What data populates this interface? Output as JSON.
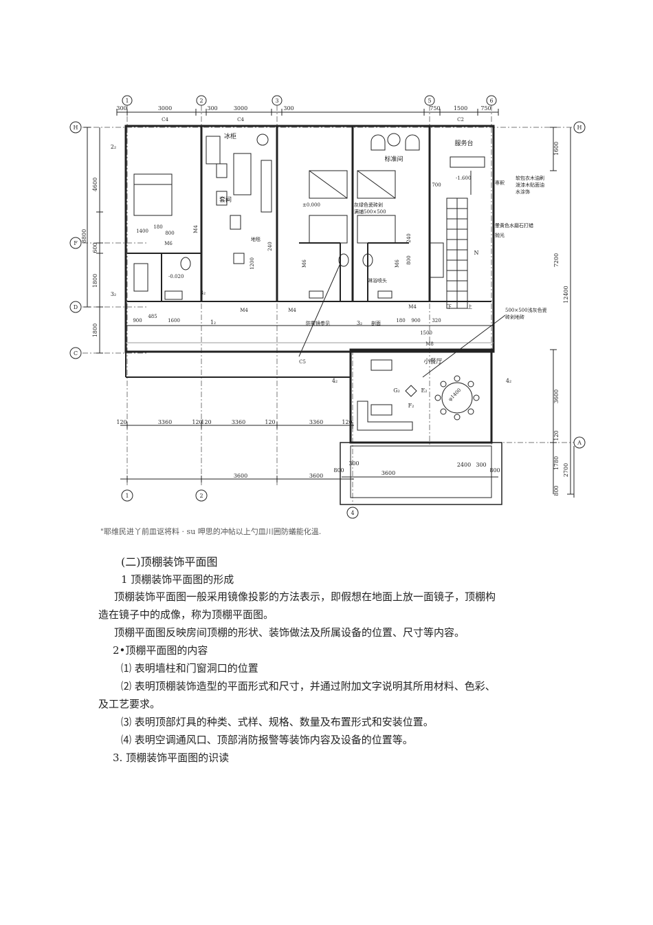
{
  "caption": "\"耶维民进丫前皿讴将料 · su 呷思的冲帖以上勺皿川囲防蟻能化溫.",
  "plan": {
    "axes_top": [
      "1",
      "2",
      "3",
      "5",
      "6"
    ],
    "axes_bottom": [
      "1",
      "2",
      "4"
    ],
    "axes_left": [
      "H",
      "F",
      "D",
      "C"
    ],
    "axes_right": [
      "H",
      "A"
    ],
    "dims_top": [
      "300",
      "3000",
      "300",
      "3000",
      "300",
      "750",
      "1500",
      "750"
    ],
    "dims_bottom_row1": [
      "120",
      "3360",
      "120",
      "120",
      "3360",
      "120",
      "3360",
      "120"
    ],
    "dims_bottom_row2": [
      "3600",
      "3600"
    ],
    "dims_balcony": [
      "800",
      "300",
      "3600",
      "2400",
      "300",
      "800"
    ],
    "dims_left": [
      "4600",
      "8800",
      "600",
      "1800",
      "1800"
    ],
    "dims_right": [
      "1600",
      "7200",
      "12400",
      "3600",
      "120",
      "1780",
      "2700",
      "800"
    ],
    "windows": [
      "C4",
      "C4",
      "C2",
      "C5"
    ],
    "doors": [
      "M4",
      "M6",
      "M4",
      "M6",
      "M6",
      "M4",
      "M4",
      "M8"
    ],
    "rooms": [
      "冰柜",
      "套间",
      "标准间",
      "服务台",
      "小餐厅"
    ],
    "notes": [
      "软包衣木油刷",
      "泼漆木贴面油",
      "水涂饰",
      "-1.600",
      "専釈",
      "暈黄色水磨石打蜡",
      "抛光",
      "±0.000",
      "灰绿色瓷砖剁",
      "满铺500×500",
      "-0.020",
      "淋浴喷头",
      "防雾镜参见",
      "剖面",
      "下",
      "上",
      "500×500浅灰色瓷",
      "砖剁地砖",
      "φ1400",
      "地毯"
    ],
    "small_dims": [
      "1400",
      "180",
      "800",
      "1200",
      "240",
      "240",
      "800",
      "900",
      "485",
      "1600",
      "900",
      "320",
      "180",
      "1500",
      "700"
    ],
    "marks": [
      "2₂",
      "3₂",
      "1₂",
      "4₂",
      "4₂",
      "3₂",
      "3₂",
      "G₂",
      "E₂",
      "F₂",
      "N"
    ]
  },
  "text": {
    "heading": "(二)顶棚装饰平面图",
    "s1": "1 顶棚装饰平面图的形成",
    "p1a": "顶棚装饰平面图一般采用镜像投影的方法表示，即假想在地面上放一面镜子，顶棚构",
    "p1b": "造在镜子中的成像，称为顶棚平面图。",
    "p2": "顶棚平面图反映房间顶棚的形状、装饰做法及所属设备的位置、尺寸等内容。",
    "s2": "2•顶棚平面图的内容",
    "i1": "⑴  表明墙柱和门窗洞口的位置",
    "i2a": "⑵  表明顶棚装饰造型的平面形式和尺寸，并通过附加文字说明其所用材料、色彩、",
    "i2b": "及工艺要求。",
    "i3": "⑶  表明顶部灯具的种类、式样、规格、数量及布置形式和安装位置。",
    "i4": "⑷  表明空调通风口、顶部消防报警等装饰内容及设备的位置等。",
    "s3": "3. 顶棚装饰平面图的识读"
  }
}
